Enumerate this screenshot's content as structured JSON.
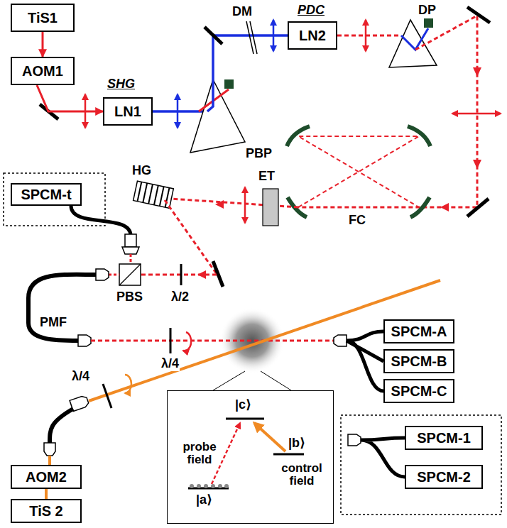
{
  "diagram": {
    "nodes": [
      {
        "text": [
          "TiS1"
        ]
      },
      {
        "text": [
          "AOM1"
        ]
      },
      {
        "text": [
          "LN1"
        ]
      },
      {
        "text": [
          "LN2"
        ]
      },
      {
        "text": [
          "SPCM-t"
        ]
      },
      {
        "text": [
          "SPCM-A"
        ]
      },
      {
        "text": [
          "SPCM-B"
        ]
      },
      {
        "text": [
          "SPCM-C"
        ]
      },
      {
        "text": [
          "SPCM-1"
        ]
      },
      {
        "text": [
          "SPCM-2"
        ]
      },
      {
        "text": [
          "AOM2"
        ]
      },
      {
        "text": [
          "TiS 2"
        ]
      },
      {
        "text": [
          "|c⟩",
          "probe field",
          "control field",
          "|b⟩",
          "|a⟩"
        ]
      }
    ],
    "edges": [
      {
        "from": 0,
        "to": 1,
        "arrow": "to"
      },
      {
        "from": 1,
        "to": 2,
        "arrow": "to"
      },
      {
        "from": 11,
        "to": 10,
        "arrow": "none"
      }
    ],
    "labels": [
      "SHG",
      "PDC",
      "DM",
      "PBP",
      "DP",
      "HG",
      "ET",
      "FC",
      "PBS",
      "λ/2",
      "PMF",
      "λ/4",
      "λ/4"
    ]
  }
}
